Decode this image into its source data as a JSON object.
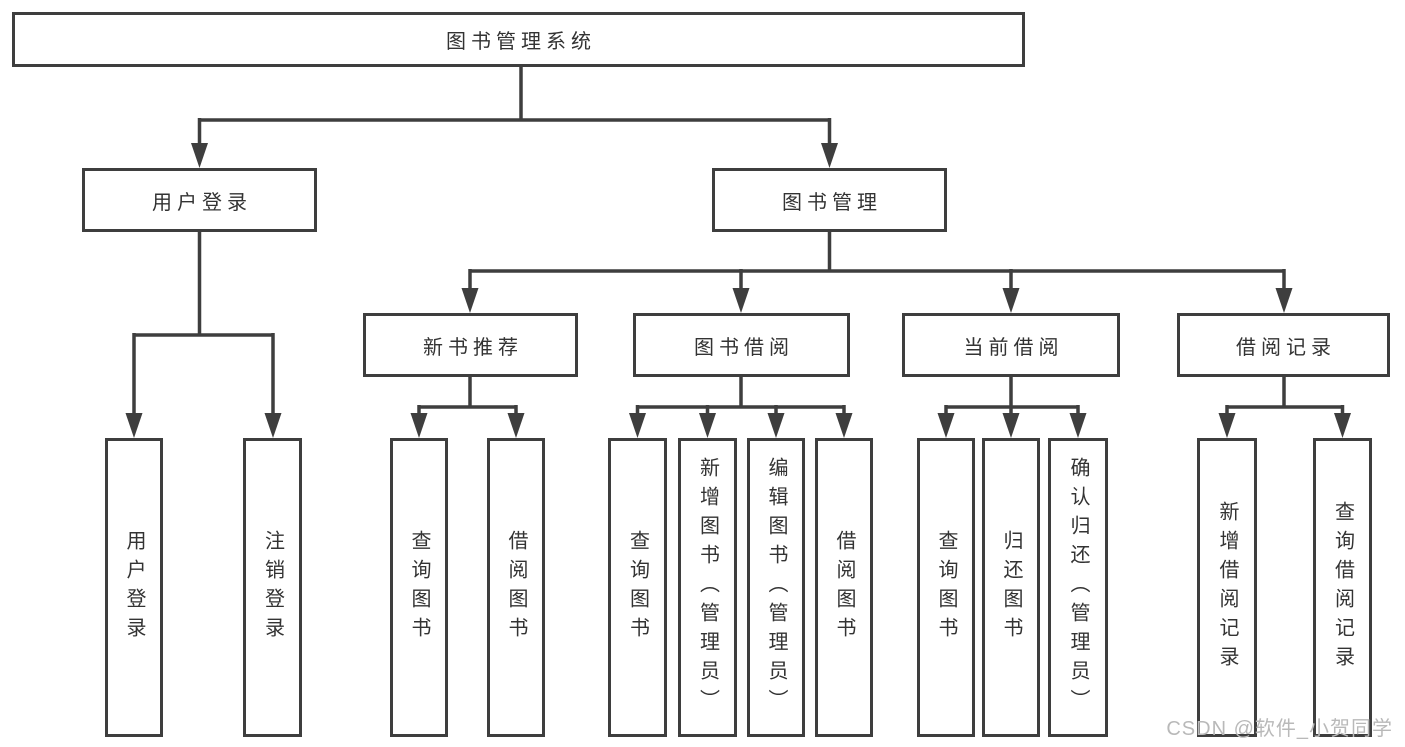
{
  "diagram": {
    "root": {
      "label": "图书管理系统"
    },
    "level2": [
      {
        "label": "用户登录"
      },
      {
        "label": "图书管理"
      }
    ],
    "level3": [
      {
        "label": "新书推荐"
      },
      {
        "label": "图书借阅"
      },
      {
        "label": "当前借阅"
      },
      {
        "label": "借阅记录"
      }
    ],
    "leaves": [
      {
        "label": "用户登录"
      },
      {
        "label": "注销登录"
      },
      {
        "label": "查询图书"
      },
      {
        "label": "借阅图书"
      },
      {
        "label": "查询图书"
      },
      {
        "label": "新增图书（管理员）"
      },
      {
        "label": "编辑图书（管理员）"
      },
      {
        "label": "借阅图书"
      },
      {
        "label": "查询图书"
      },
      {
        "label": "归还图书"
      },
      {
        "label": "确认归还（管理员）"
      },
      {
        "label": "新增借阅记录"
      },
      {
        "label": "查询借阅记录"
      }
    ],
    "watermark": "CSDN @软件_小贺同学",
    "colors": {
      "line": "#3e3e3e",
      "text": "#333333",
      "watermark": "#b9b9b9",
      "background": "#ffffff"
    }
  }
}
